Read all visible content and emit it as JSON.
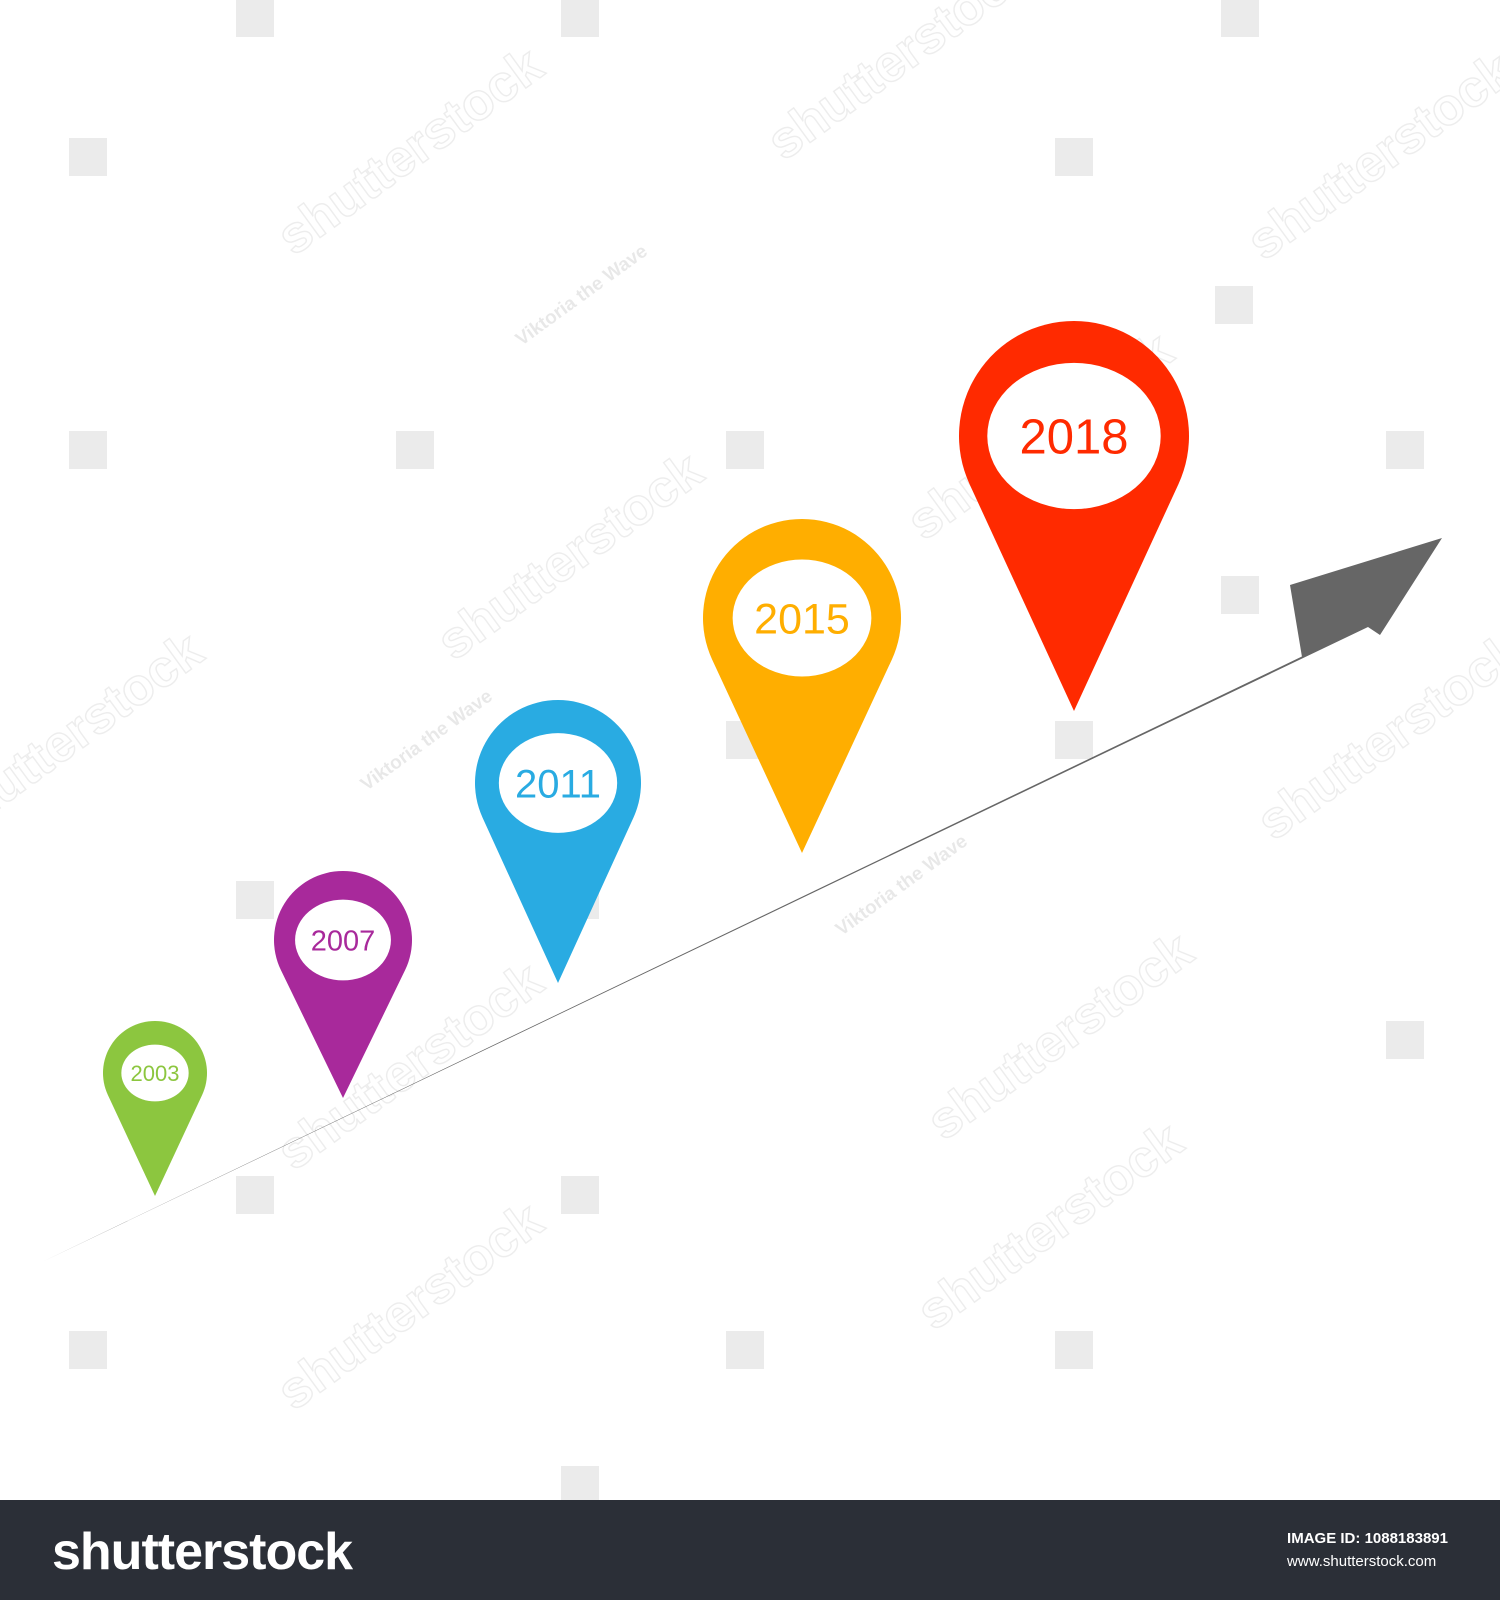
{
  "timeline": {
    "arrow_color": "#666666",
    "milestones": [
      {
        "year": "2003",
        "color": "#8cc63f"
      },
      {
        "year": "2007",
        "color": "#a8299b"
      },
      {
        "year": "2011",
        "color": "#29abe2"
      },
      {
        "year": "2015",
        "color": "#ffae00"
      },
      {
        "year": "2018",
        "color": "#ff2a00"
      }
    ]
  },
  "watermark": {
    "brand": "shutterstock",
    "credit": "Viktoria the Wave"
  },
  "footer": {
    "logo_text": "shutterstock",
    "image_id_label": "IMAGE ID:",
    "image_id": "1088183891",
    "site": "www.shutterstock.com"
  }
}
